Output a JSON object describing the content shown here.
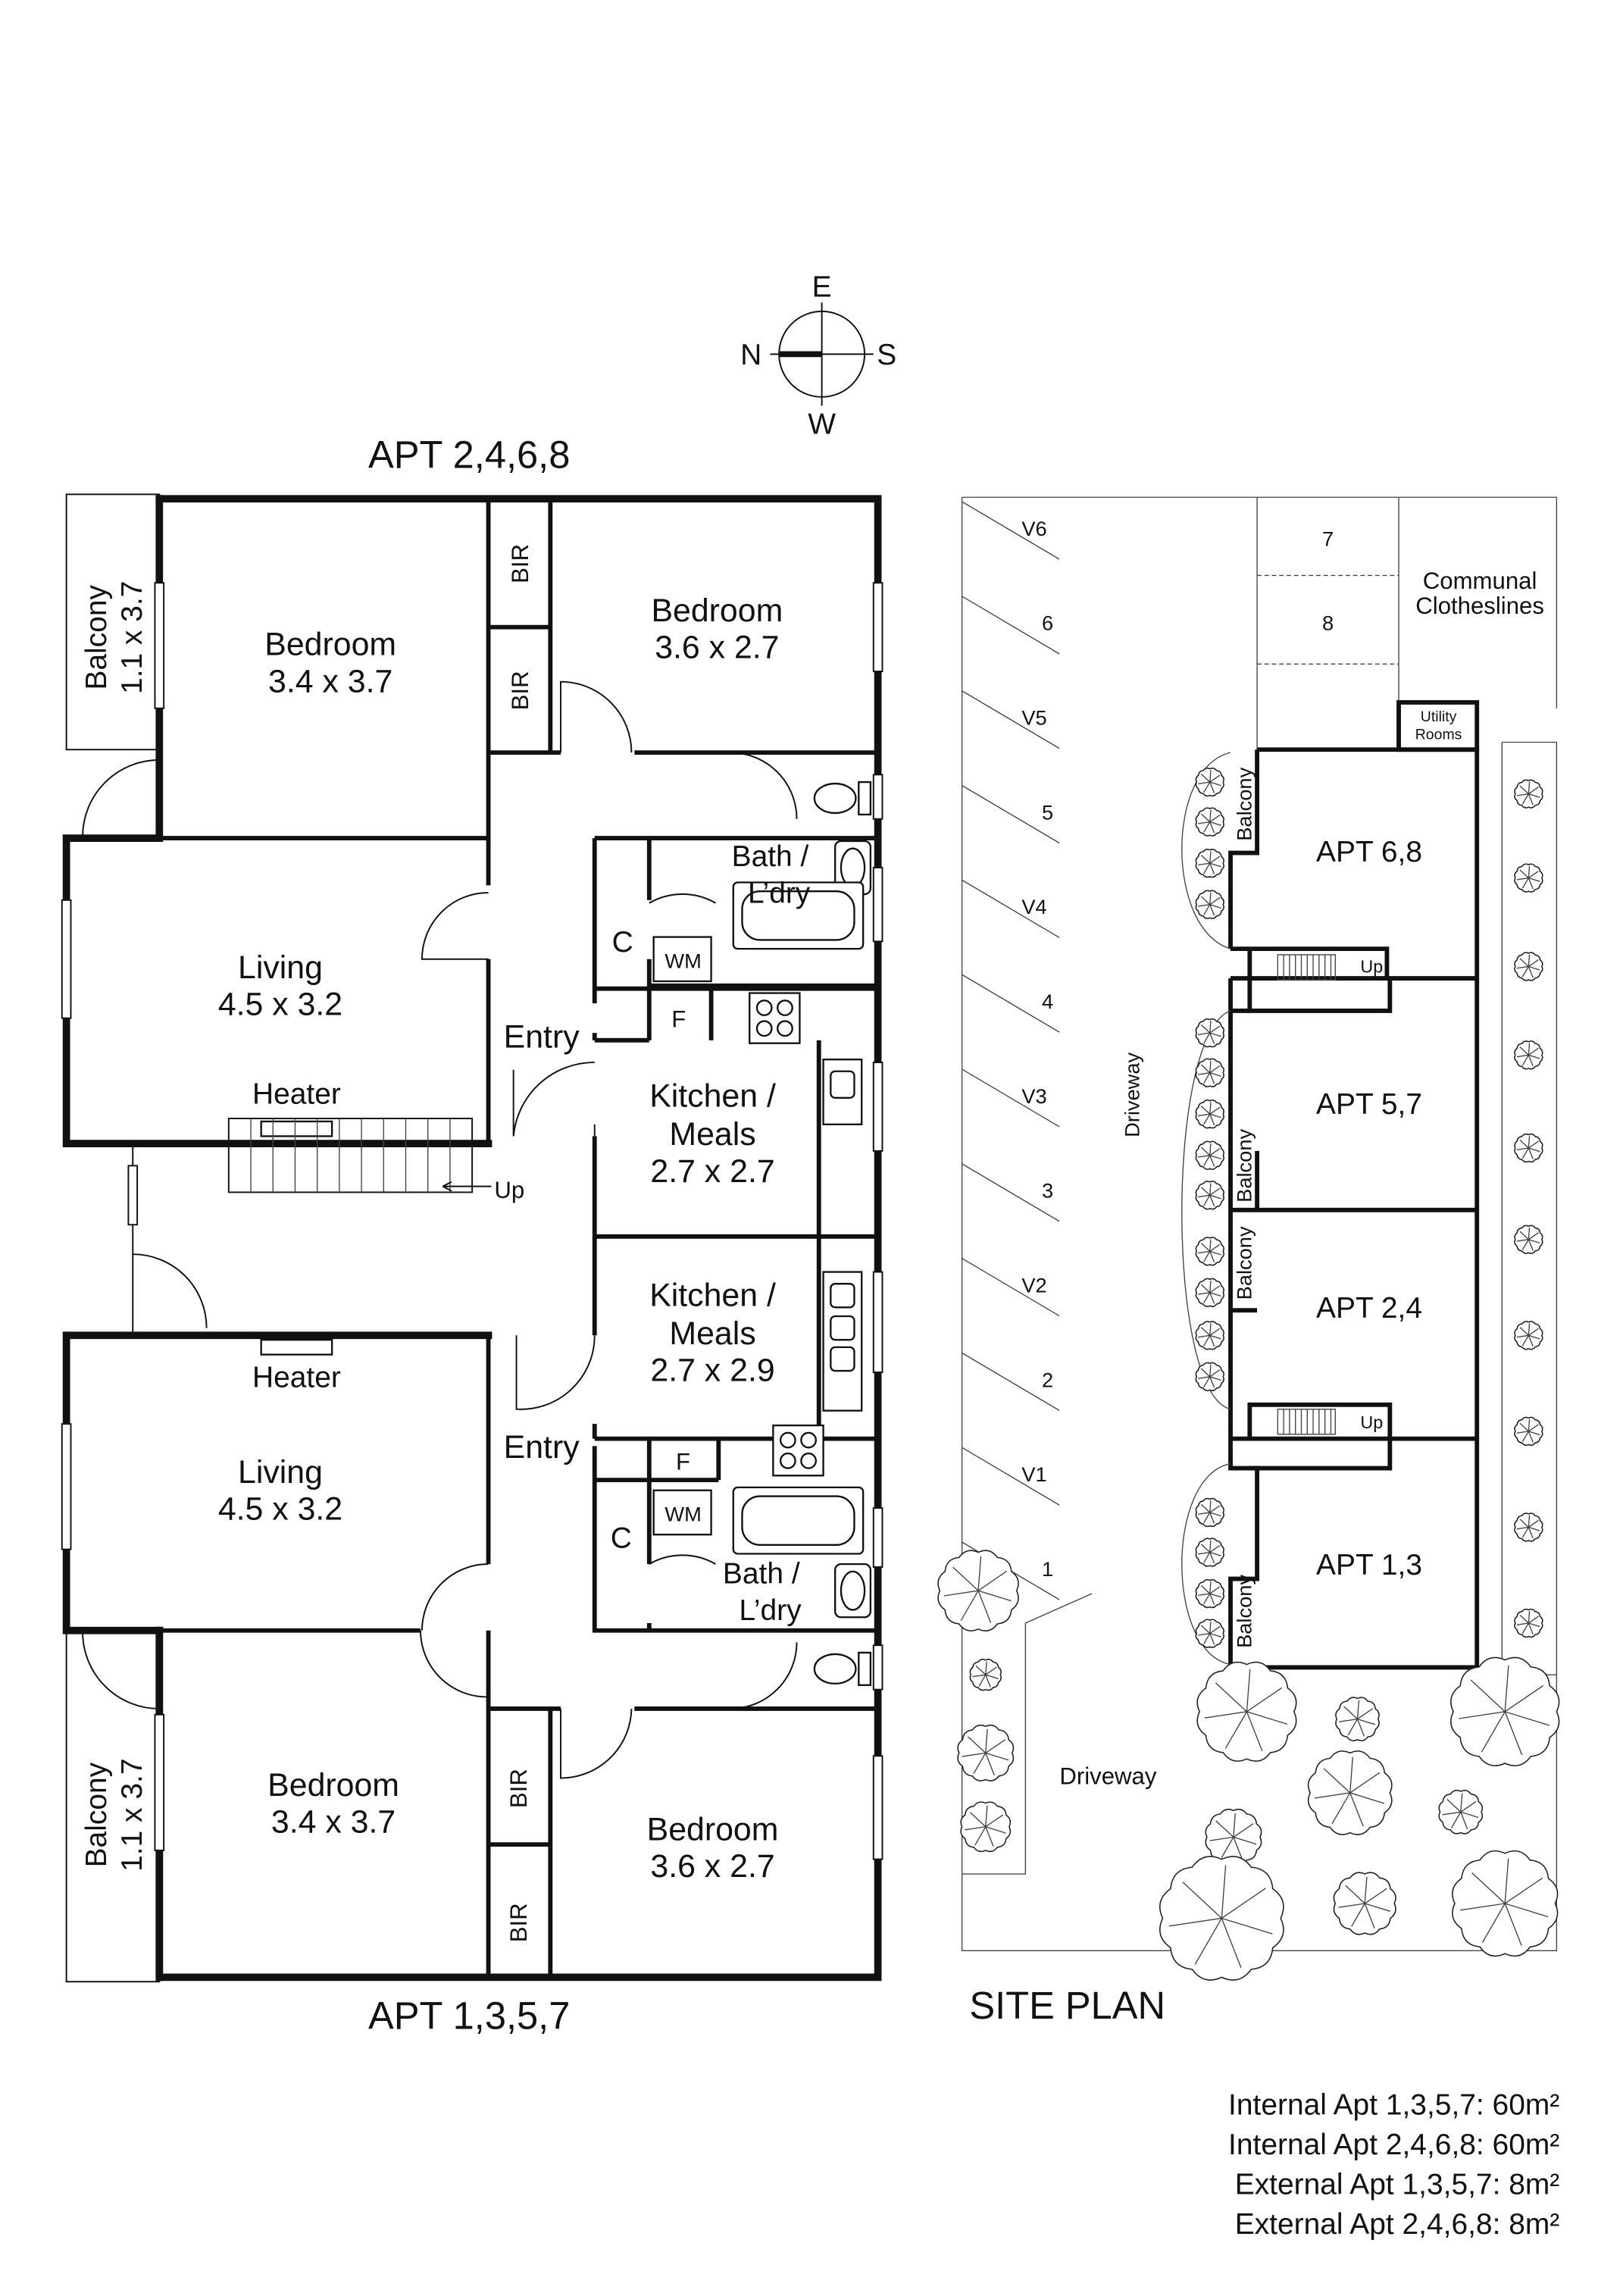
{
  "compass": {
    "north": "N",
    "east": "E",
    "south": "S",
    "west": "W"
  },
  "floor_plan": {
    "upper_title": "APT 2,4,6,8",
    "lower_title": "APT 1,3,5,7",
    "upper": {
      "balcony": {
        "name": "Balcony",
        "size": "1.1 x 3.7"
      },
      "bedroom1": {
        "name": "Bedroom",
        "size": "3.4 x 3.7"
      },
      "bedroom2": {
        "name": "Bedroom",
        "size": "3.6 x 2.7"
      },
      "bir1": "BIR",
      "bir2": "BIR",
      "bath": {
        "name": "Bath /",
        "name2": "L’dry"
      },
      "closet": "C",
      "wm": "WM",
      "fridge": "F",
      "living": {
        "name": "Living",
        "size": "4.5 x 3.2"
      },
      "heater": "Heater",
      "entry": "Entry",
      "kitchen": {
        "name": "Kitchen /",
        "name2": "Meals",
        "size": "2.7 x 2.7"
      },
      "stairs_up": "Up"
    },
    "lower": {
      "balcony": {
        "name": "Balcony",
        "size": "1.1 x 3.7"
      },
      "bedroom1": {
        "name": "Bedroom",
        "size": "3.4 x 3.7"
      },
      "bedroom2": {
        "name": "Bedroom",
        "size": "3.6 x 2.7"
      },
      "bir1": "BIR",
      "bir2": "BIR",
      "bath": {
        "name": "Bath /",
        "name2": "L’dry"
      },
      "closet": "C",
      "wm": "WM",
      "fridge": "F",
      "living": {
        "name": "Living",
        "size": "4.5 x 3.2"
      },
      "heater": "Heater",
      "entry": "Entry",
      "kitchen": {
        "name": "Kitchen /",
        "name2": "Meals",
        "size": "2.7 x 2.9"
      }
    }
  },
  "site_plan": {
    "title": "SITE PLAN",
    "parking": [
      "V6",
      "6",
      "V5",
      "5",
      "V4",
      "4",
      "V3",
      "3",
      "V2",
      "2",
      "V1",
      "1"
    ],
    "lots": [
      "7",
      "8"
    ],
    "clotheslines": [
      "Communal",
      "Clotheslines"
    ],
    "utility": [
      "Utility",
      "Rooms"
    ],
    "driveway": "Driveway",
    "driveway2": "Driveway",
    "balcony": "Balcony",
    "up": "Up",
    "apartments": [
      "APT 6,8",
      "APT 5,7",
      "APT 2,4",
      "APT 1,3"
    ]
  },
  "areas": [
    "Internal Apt 1,3,5,7: 60m²",
    "Internal Apt 2,4,6,8: 60m²",
    "External Apt 1,3,5,7: 8m²",
    "External Apt 2,4,6,8: 8m²"
  ]
}
